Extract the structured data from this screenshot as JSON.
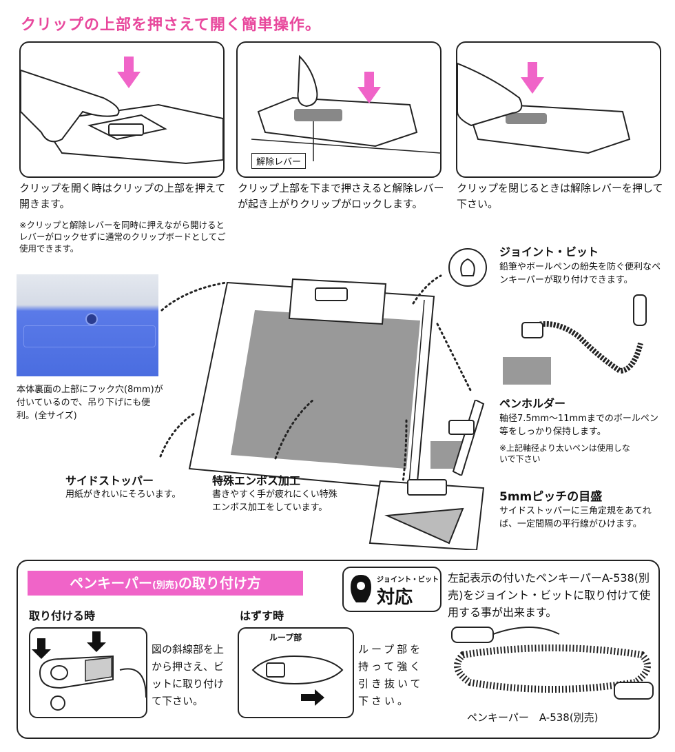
{
  "title": "クリップの上部を押さえて開く簡単操作。",
  "steps": [
    {
      "text": "クリップを開く時はクリップの上部を押えて開きます。"
    },
    {
      "text": "クリップ上部を下まで押さえると解除レバーが起き上がりクリップがロックします。",
      "callout": "解除レバー"
    },
    {
      "text": "クリップを閉じるときは解除レバーを押して下さい。"
    }
  ],
  "note": "※クリップと解除レバーを同時に押えながら開けるとレバーがロックせずに通常のクリップボードとしてご使用できます。",
  "hook_text": "本体裏面の上部にフック穴(8mm)が付いているので、吊り下げにも便利。(全サイズ)",
  "features": {
    "joint": {
      "title": "ジョイント・ビット",
      "text": "鉛筆やボールペンの紛失を防ぐ便利なペンキーパーが取り付けできます。"
    },
    "penholder": {
      "title": "ペンホルダー",
      "text": "軸径7.5mm〜11mmまでのボールペン等をしっかり保持します。",
      "note": "※上記軸径より太いペンは使用しないで下さい"
    },
    "scale": {
      "title": "5mmピッチの目盛",
      "text": "サイドストッパーに三角定規をあてれば、一定間隔の平行線がひけます。"
    },
    "stopper": {
      "title": "サイドストッパー",
      "text": "用紙がきれいにそろいます。"
    },
    "emboss": {
      "title": "特殊エンボス加工",
      "text": "書きやすく手が疲れにくい特殊エンボス加工をしています。"
    }
  },
  "bottom": {
    "bar_main": "ペンキーパー",
    "bar_small": "(別売)",
    "bar_tail": "の取り付け方",
    "attach_title": "取り付ける時",
    "attach_text": "図の斜線部を上から押さえ、ビットに取り付けて下さい。",
    "detach_title": "はずす時",
    "detach_label": "ループ部",
    "detach_text": "ループ部を持って強く引き抜いて下さい。",
    "badge_small": "ジョイント・ビット",
    "badge_big": "対応",
    "right_text": "左記表示の付いたペンキーパーA-538(別売)をジョイント・ビットに取り付けて使用する事が出来ます。",
    "product_caption": "ペンキーパー　A-538(別売)"
  },
  "colors": {
    "accent_pink": "#e8479c",
    "bar_pink": "#f064c8",
    "clip_blue": "#4a6de0",
    "lever_gray": "#888888"
  }
}
